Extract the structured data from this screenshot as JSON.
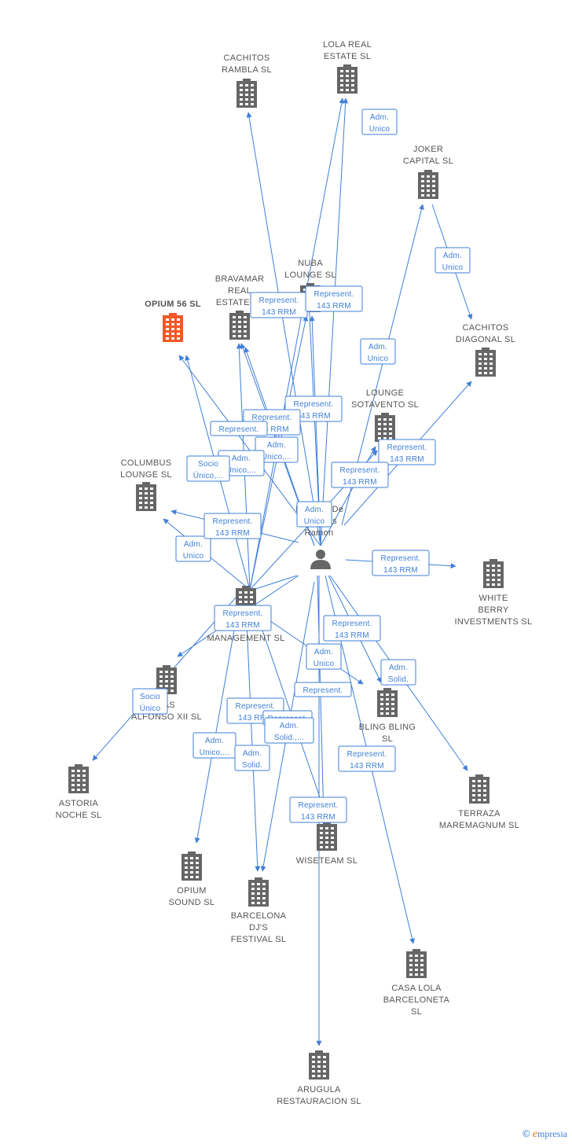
{
  "center": {
    "lines": [
      "B",
      "De",
      "s",
      "Ramon"
    ]
  },
  "nodes": [
    {
      "id": "cachitos_rambla",
      "lines": [
        "CACHITOS",
        "RAMBLA SL"
      ]
    },
    {
      "id": "lola_real_estate",
      "lines": [
        "LOLA REAL",
        "ESTATE  SL"
      ]
    },
    {
      "id": "joker_capital",
      "lines": [
        "JOKER",
        "CAPITAL  SL"
      ]
    },
    {
      "id": "cachitos_diagonal",
      "lines": [
        "CACHITOS",
        "DIAGONAL  SL"
      ]
    },
    {
      "id": "nuba_lounge",
      "lines": [
        "NUBA",
        "LOUNGE SL"
      ]
    },
    {
      "id": "bravamar",
      "lines": [
        "BRAVAMAR",
        "REAL",
        "ESTATE SL"
      ]
    },
    {
      "id": "opium56",
      "lines": [
        "OPIUM 56  SL"
      ],
      "focus": true
    },
    {
      "id": "lounge_sotavento",
      "lines": [
        "LOUNGE",
        "SOTAVENTO SL"
      ]
    },
    {
      "id": "columbus",
      "lines": [
        "COLUMBUS",
        "LOUNGE  SL"
      ]
    },
    {
      "id": "white_berry",
      "lines": [
        "WHITE",
        "BERRY",
        "INVESTMENTS SL"
      ]
    },
    {
      "id": "management",
      "lines": [
        "MANAGEMENT SL"
      ]
    },
    {
      "id": "vas_alfonso",
      "lines": [
        "VAS",
        "ALFONSO XII SL"
      ]
    },
    {
      "id": "bling_bling",
      "lines": [
        "BLING BLING",
        "SL"
      ]
    },
    {
      "id": "astoria",
      "lines": [
        "ASTORIA",
        "NOCHE SL"
      ]
    },
    {
      "id": "terraza",
      "lines": [
        "TERRAZA",
        "MAREMAGNUM SL"
      ]
    },
    {
      "id": "wiseteam",
      "lines": [
        "WISETEAM  SL"
      ]
    },
    {
      "id": "opium_sound",
      "lines": [
        "OPIUM",
        "SOUND SL"
      ]
    },
    {
      "id": "barcelona_djs",
      "lines": [
        "BARCELONA",
        "DJ'S",
        "FESTIVAL SL"
      ]
    },
    {
      "id": "casa_lola",
      "lines": [
        "CASA LOLA",
        "BARCELONETA",
        "SL"
      ]
    },
    {
      "id": "arugula",
      "lines": [
        "ARUGULA",
        "RESTAURACION SL"
      ]
    }
  ],
  "edge_labels": [
    {
      "lines": [
        "Adm.",
        "Unico"
      ]
    },
    {
      "lines": [
        "Adm.",
        "Unico"
      ]
    },
    {
      "lines": [
        "Represent.",
        "143 RRM"
      ]
    },
    {
      "lines": [
        "Represent.",
        "143 RRM"
      ]
    },
    {
      "lines": [
        "Adm.",
        "Unico"
      ]
    },
    {
      "lines": [
        "Represent.",
        "143 RRM"
      ]
    },
    {
      "lines": [
        "Represent.",
        "143 RRM"
      ]
    },
    {
      "lines": [
        "Represent.",
        "143 RRM"
      ]
    },
    {
      "lines": [
        "Represent."
      ]
    },
    {
      "lines": [
        "Adm.",
        "Unico,..."
      ]
    },
    {
      "lines": [
        "Adm.",
        "Unico,..."
      ]
    },
    {
      "lines": [
        "Socio",
        "Único,..."
      ]
    },
    {
      "lines": [
        "Represent.",
        "143 RRM"
      ]
    },
    {
      "lines": [
        "Adm.",
        "Unico"
      ]
    },
    {
      "lines": [
        "Adm.",
        "Unico"
      ]
    },
    {
      "lines": [
        "Represent.",
        "143 RRM"
      ]
    },
    {
      "lines": [
        "Represent.",
        "143 RRM"
      ]
    },
    {
      "lines": [
        "Represent.",
        "143 RRM"
      ]
    },
    {
      "lines": [
        "Represent.",
        "143 RRM"
      ]
    },
    {
      "lines": [
        "Adm.",
        "Unico"
      ]
    },
    {
      "lines": [
        "Adm.",
        "Solid."
      ]
    },
    {
      "lines": [
        "Represent."
      ]
    },
    {
      "lines": [
        "Socio",
        "Único"
      ]
    },
    {
      "lines": [
        "Represent.",
        "143 RRM"
      ]
    },
    {
      "lines": [
        "Represent."
      ]
    },
    {
      "lines": [
        "Adm.",
        "Solid.,..."
      ]
    },
    {
      "lines": [
        "Adm.",
        "Unico,..."
      ]
    },
    {
      "lines": [
        "Adm.",
        "Solid."
      ]
    },
    {
      "lines": [
        "Represent.",
        "143 RRM"
      ]
    },
    {
      "lines": [
        "Represent.",
        "143 RRM"
      ]
    }
  ],
  "colors": {
    "edge": "#3f7fd9",
    "building": "#666666",
    "focus_building": "#f05a28",
    "person": "#666666"
  },
  "watermark": {
    "copyright": "©",
    "brand_initial": "e",
    "brand_rest": "mpresia"
  }
}
